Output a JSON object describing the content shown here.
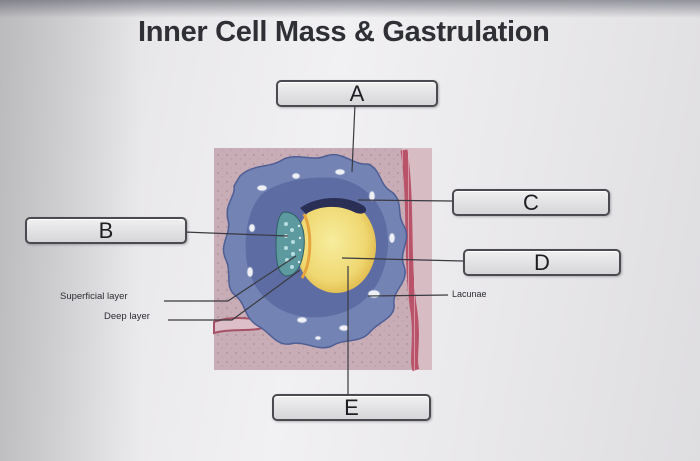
{
  "title": "Inner Cell Mass & Gastrulation",
  "labels": {
    "a": "A",
    "b": "B",
    "c": "C",
    "d": "D",
    "e": "E"
  },
  "annotations": {
    "superficial_layer": "Superficial layer",
    "deep_layer": "Deep layer",
    "lacunae": "Lacunae"
  },
  "colors": {
    "background": "#ebeaec",
    "endometrium": "#c8aab3",
    "trophoblast": "#6f7fb0",
    "blastocoel": "#f2e38a",
    "epiblast_line": "#e2a23c",
    "border_cells": "#b2505f",
    "line": "#3a3a40"
  }
}
